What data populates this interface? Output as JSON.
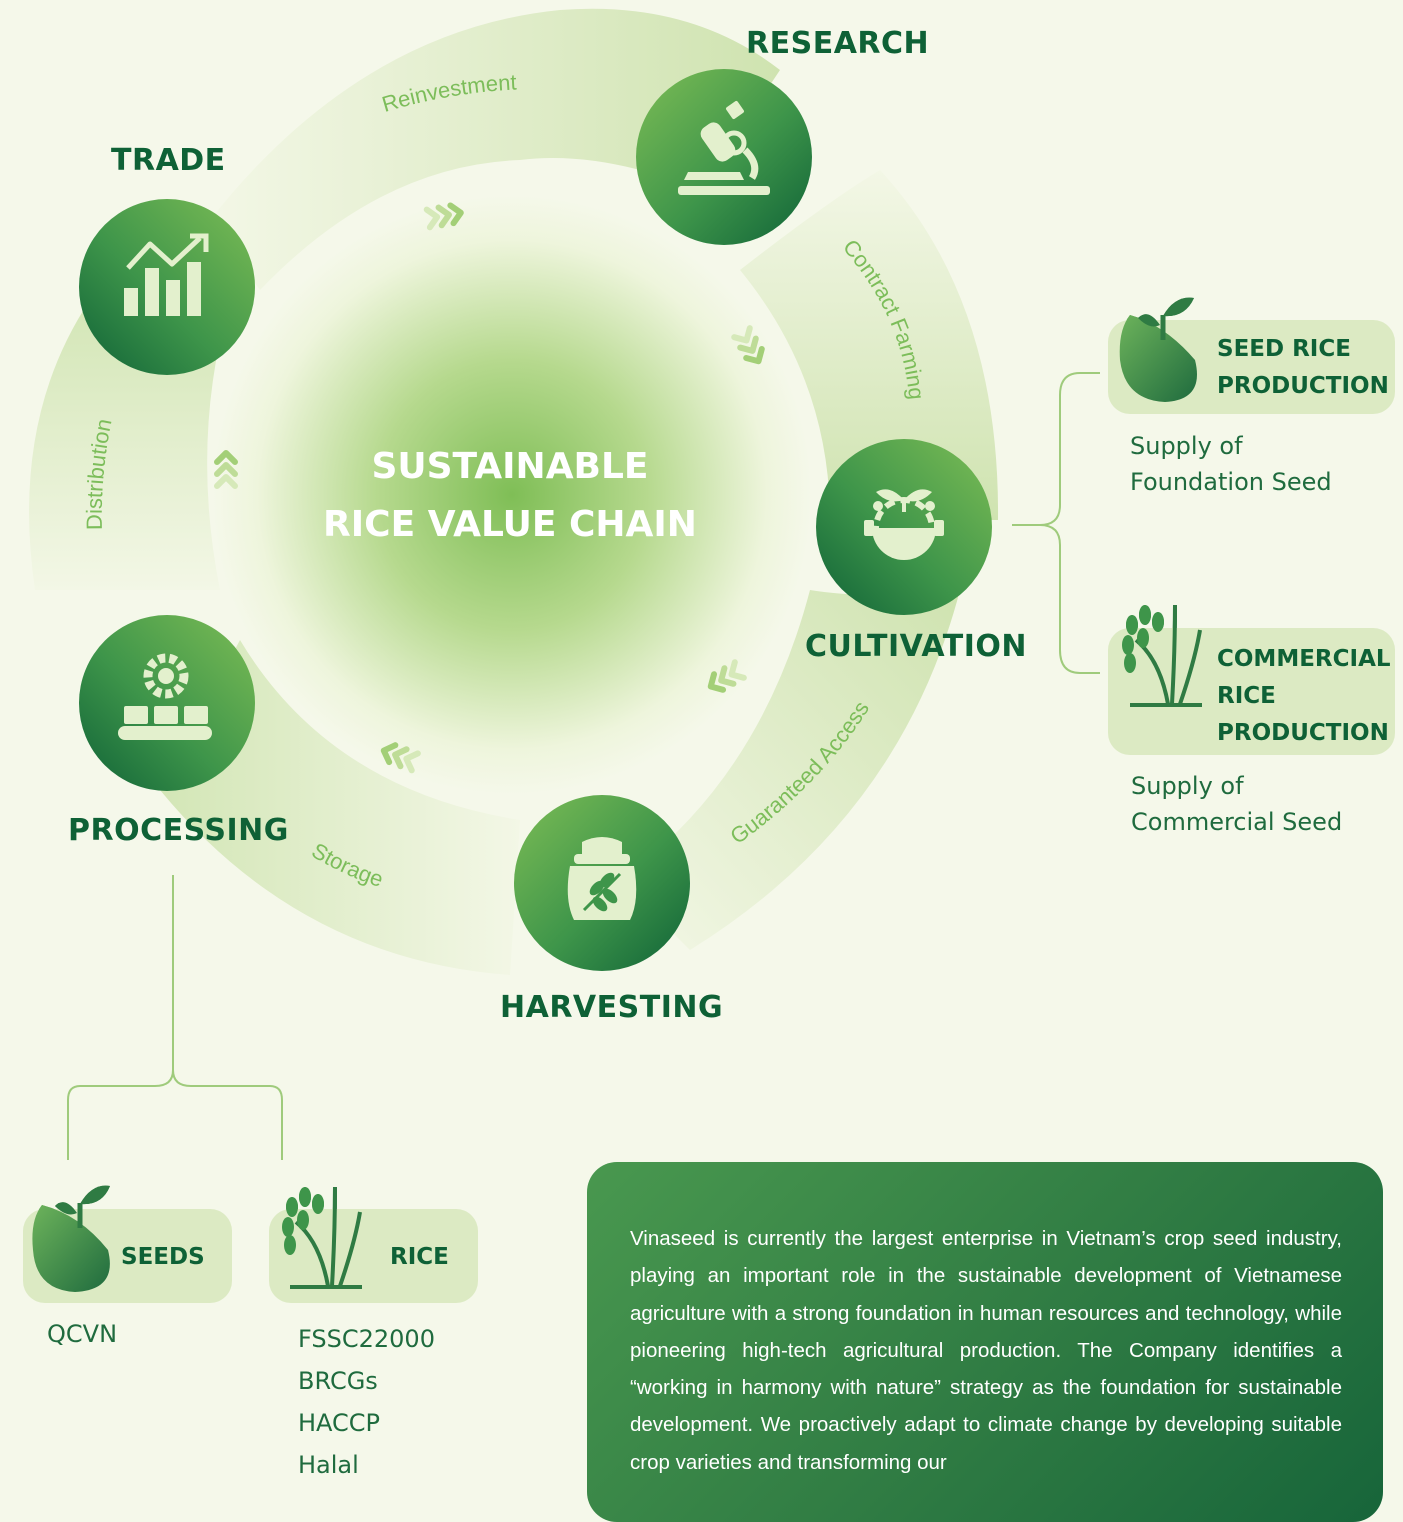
{
  "center_title": [
    "SUSTAINABLE",
    "RICE VALUE CHAIN"
  ],
  "stages": {
    "research": "RESEARCH",
    "cultivation": "CULTIVATION",
    "harvesting": "HARVESTING",
    "processing": "PROCESSING",
    "trade": "TRADE"
  },
  "flows": {
    "reinvestment": "Reinvestment",
    "contract_farming": "Contract Farming",
    "guaranteed_access": "Guaranteed Access",
    "storage": "Storage",
    "distribution": "Distribution"
  },
  "cultivation_branches": [
    {
      "title_lines": [
        "SEED RICE",
        "PRODUCTION"
      ],
      "note_lines": [
        "Supply of",
        "Foundation Seed"
      ]
    },
    {
      "title_lines": [
        "COMMERCIAL",
        "RICE",
        "PRODUCTION"
      ],
      "note_lines": [
        "Supply of",
        "Commercial Seed"
      ]
    }
  ],
  "processing_branches": [
    {
      "title": "SEEDS",
      "certifications": [
        "QCVN"
      ]
    },
    {
      "title": "RICE",
      "certifications": [
        "FSSC22000",
        "BRCGs",
        "HACCP",
        "Halal"
      ]
    }
  ],
  "description": "Vinaseed is currently the largest enterprise in Vietnam’s crop seed industry, playing an important role in the sustainable development of Vietnamese agriculture with a strong foundation in human resources and technology, while pioneering high-tech agricultural production. The Company identifies a “working in harmony with nature” strategy as the foundation for sustainable development. We proactively adapt to climate change by developing suitable crop varieties and transforming our",
  "colors": {
    "dark_green": "#0e6136",
    "mid_green": "#3f9a4c",
    "light_green": "#7cbd5a",
    "ring_pale": "#dde9c4",
    "background": "#f5f8ea"
  },
  "icons": [
    "microscope-icon",
    "plant-gear-icon",
    "rice-sack-icon",
    "conveyor-gear-icon",
    "growth-chart-icon",
    "seed-sprout-icon",
    "rice-plant-icon"
  ]
}
